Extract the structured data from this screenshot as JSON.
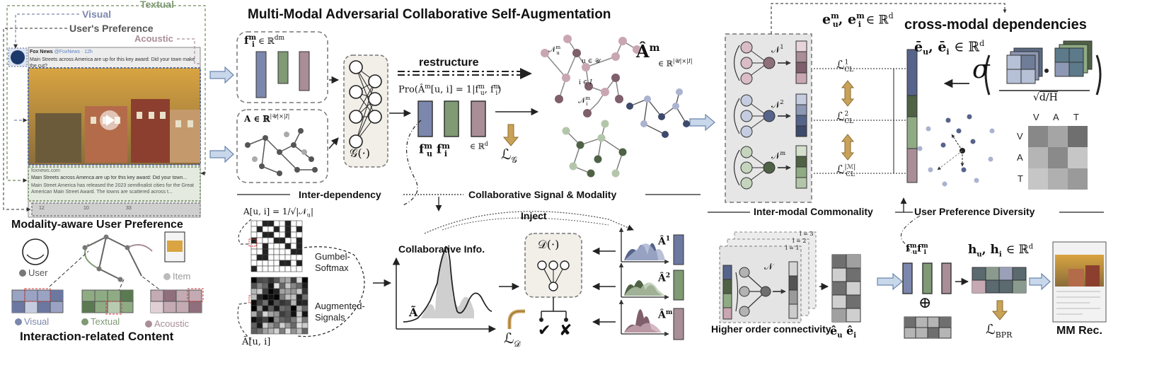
{
  "colors": {
    "visual": "#7c87ad",
    "textual": "#7f9a74",
    "acoustic": "#a98d97",
    "gray_bg": "#e9e9e9",
    "arrow_blue": "#c8d7ea",
    "arrow_gold": "#c9a25a"
  },
  "left": {
    "label_textual": "Textual",
    "label_visual": "Visual",
    "label_preference": "User's Preference",
    "label_acoustic": "Acoustic",
    "tweet_source": "Fox News",
    "tweet_handle": "@FoxNews · 12h",
    "tweet_text": "Main Streets across America are up for this key award: Did your town make the cut?",
    "tweet_domain": "foxnews.com",
    "tweet_link_title": "Main Streets across America are up for this key award: Did your town...",
    "tweet_link_body": "Main Street America has released the 2023 semifinalist cities for the Great American Main Street Award. The towns are scattered across t...",
    "tweet_stats": [
      "12",
      "10",
      "33"
    ],
    "caption_top": "Modality-aware User Preference",
    "legend_user": "User",
    "legend_item": "Item",
    "legend_visual": "Visual",
    "legend_textual": "Textual",
    "legend_acoustic": "Acoustic",
    "caption_bottom": "Interaction-related Content"
  },
  "center": {
    "main_title": "Multi-Modal Adversarial Collaborative Self-Augmentation",
    "feat_top": "f",
    "feat_top_sup": "m",
    "feat_top_sub": "i",
    "feat_top_space": "∈ ℝ",
    "feat_top_dim": "dm",
    "adj_label": "A ∈ ℝ",
    "adj_dim": "|𝒰|×|𝐼|",
    "generator": "𝒢(·)",
    "restructure": "restructure",
    "prob": "Pro(Â",
    "prob_rest": "[u, i] = 1|f",
    "prob_u": "u",
    "prob_i": "i",
    "fu": "f",
    "fi": "f",
    "f_space": "∈ ℝ",
    "f_dim": "d",
    "loss_g": "ℒ",
    "loss_g_sub": "𝒢",
    "ahat": "Â",
    "ahat_sup": "m",
    "ahat_space": "∈ ℝ",
    "ahat_dim": "|𝒰|×|𝐼|",
    "neigh_u": "𝒩",
    "neigh_i": "𝒩",
    "u_in": "u ∈ 𝒰",
    "i_in": "i ∈ 𝐼",
    "inter_dep": "Inter-dependency",
    "collab_signal": "Collaborative Signal & Modality",
    "aui": "A[u, i] = 1/√|𝒩",
    "aui_sub": "u",
    "gumbel": "Gumbel-Softmax",
    "augmented": "Augmented-Signals",
    "atilde_ui": "Ã[u, i]",
    "collab_info": "Collaborative Info.",
    "atilde": "Ã",
    "inject": "Inject",
    "discriminator": "𝒟(·)",
    "loss_d": "ℒ",
    "loss_d_sub": "𝒟",
    "check": "✔",
    "cross": "✘",
    "ahat1": "Â",
    "ahat1_sup": "1",
    "ahat2": "Â",
    "ahat2_sup": "2",
    "ahatm": "Â",
    "ahatm_sup": "m"
  },
  "right": {
    "eum": "e",
    "eum_sup": "m",
    "em_space": "∈ ℝ",
    "em_dim": "d",
    "cross_modal": "cross-modal dependencies",
    "ebar": "ē",
    "ebar_space": "∈ ℝ",
    "ebar_dim": "d",
    "sigma": "σ",
    "sqrt": "√",
    "dh": "d/H",
    "n1": "𝒩",
    "n1_sup": "1",
    "n2": "𝒩",
    "n2_sup": "2",
    "nm": "𝒩",
    "nm_sup": "m",
    "lcl": "ℒ",
    "lcl_sub": "CL",
    "lcl1_sup": "1",
    "lcl2_sup": "2",
    "lclm_sup": "|ℳ|",
    "va_t": [
      "V",
      "A",
      "T"
    ],
    "inter_modal": "Inter-modal Commonality",
    "user_pref_div": "User Preference Diversity",
    "l_labels": [
      "l = 3",
      "l = 2",
      "l = 1"
    ],
    "higher_order": "Higher order connectivity",
    "e_hat_u": "ê",
    "e_hat_i": "ê",
    "fmu": "f",
    "h_label": "h",
    "h_space": "∈ ℝ",
    "h_dim": "d",
    "oplus": "⊕",
    "loss_bpr": "ℒ",
    "loss_bpr_sub": "BPR",
    "mm_rec": "MM Rec."
  }
}
